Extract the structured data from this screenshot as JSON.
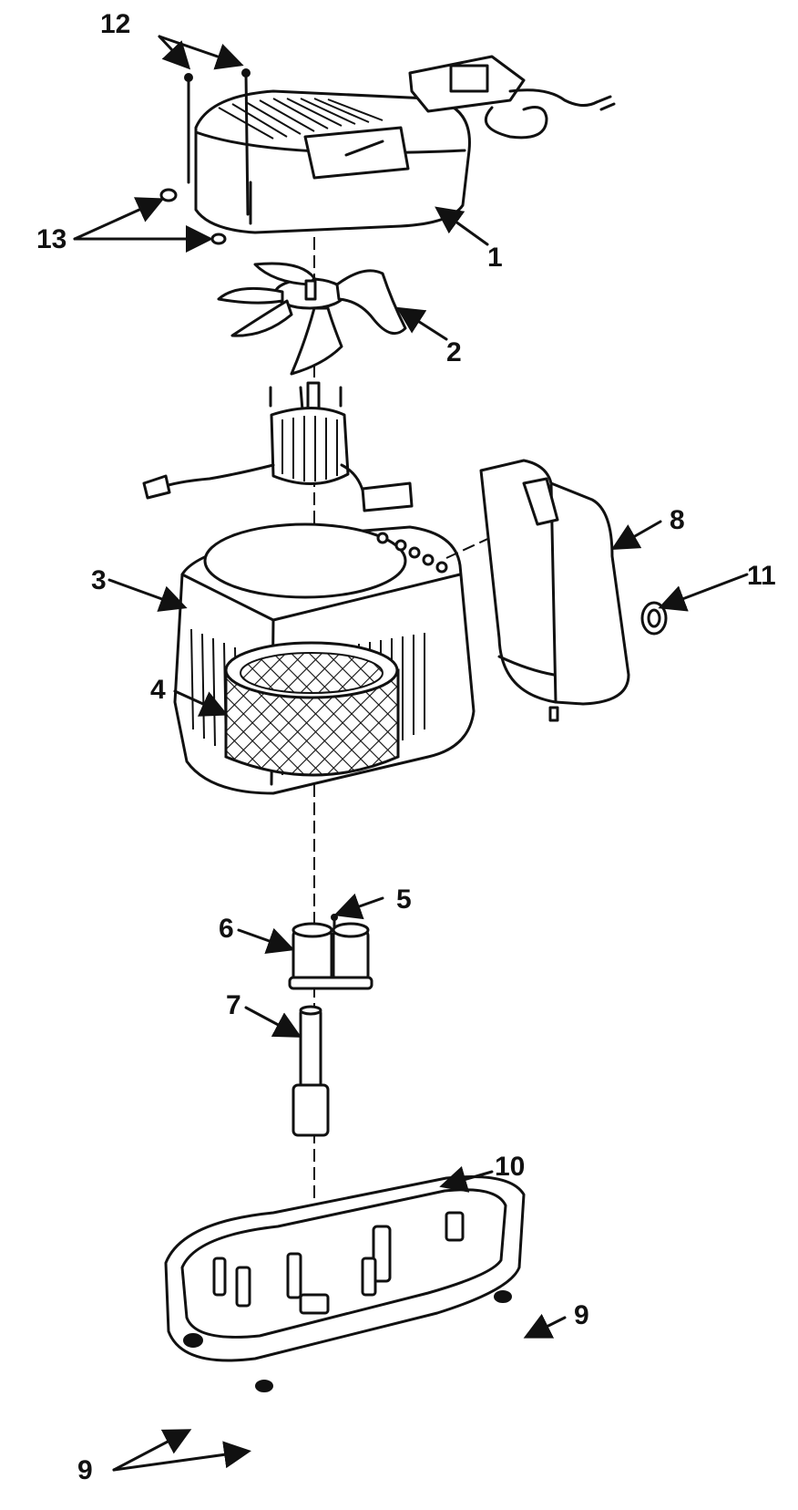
{
  "callouts": {
    "p1": "1",
    "p2": "2",
    "p3": "3",
    "p4": "4",
    "p5": "5",
    "p6": "6",
    "p7": "7",
    "p8": "8",
    "p9_right": "9",
    "p9_bottom": "9",
    "p10": "10",
    "p11": "11",
    "p12": "12",
    "p13": "13"
  },
  "colors": {
    "ink": "#111111",
    "paper": "#ffffff"
  }
}
